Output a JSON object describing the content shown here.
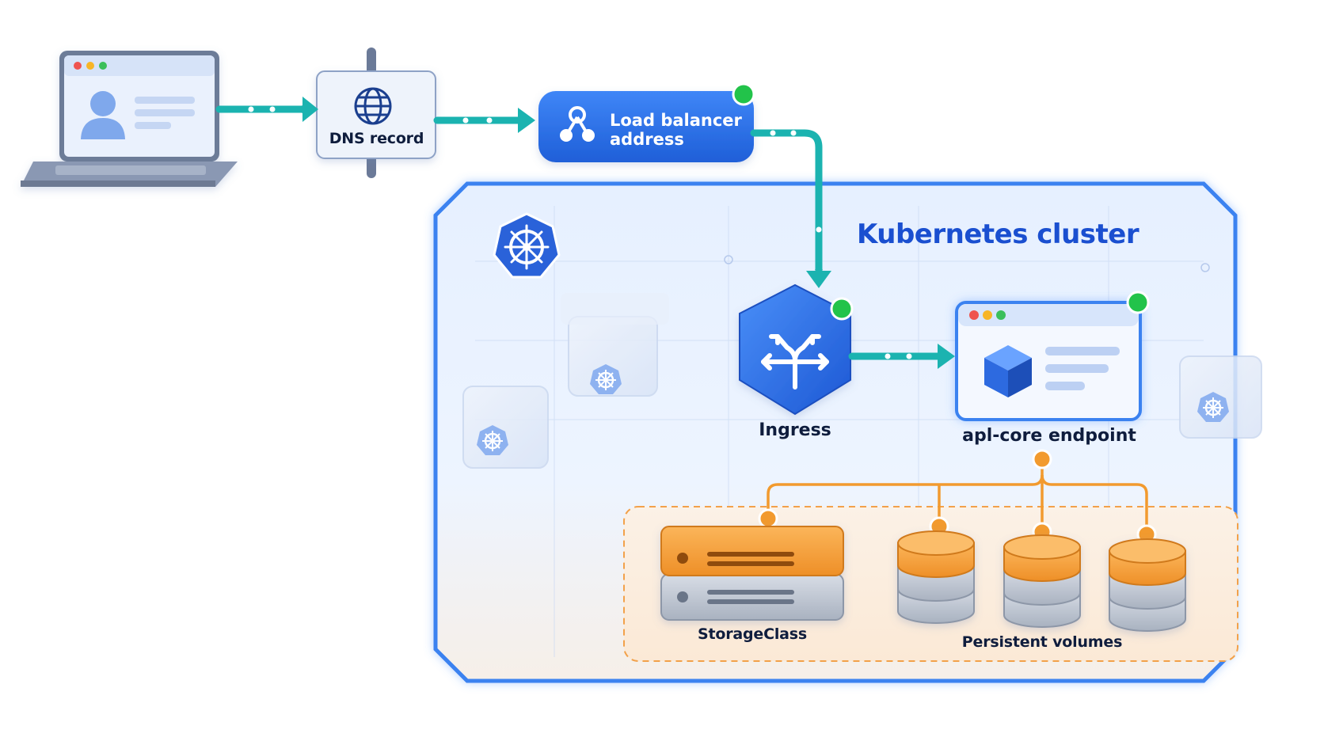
{
  "dns": {
    "label": "DNS record",
    "icon": "globe-icon"
  },
  "load_balancer": {
    "line1": "Load balancer",
    "line2": "address",
    "icon": "network-nodes-icon",
    "status": "healthy"
  },
  "cluster": {
    "title": "Kubernetes cluster",
    "icon": "kubernetes-helm-icon"
  },
  "ingress": {
    "label": "Ingress",
    "icon": "split-arrows-icon",
    "status": "healthy"
  },
  "endpoint": {
    "label": "apl-core endpoint",
    "icon": "cube-icon",
    "status": "healthy"
  },
  "storage_class": {
    "label": "StorageClass",
    "icon": "server-stack-icon"
  },
  "persistent_volumes": {
    "label": "Persistent volumes",
    "icon": "database-icon",
    "count": 3
  },
  "client": {
    "icon": "laptop-user-icon"
  },
  "colors": {
    "flow": "#1bb3b0",
    "primary": "#2b6be6",
    "storage": "#f29a2e",
    "status_ok": "#22c34a",
    "cluster_border": "#3b82f0"
  }
}
